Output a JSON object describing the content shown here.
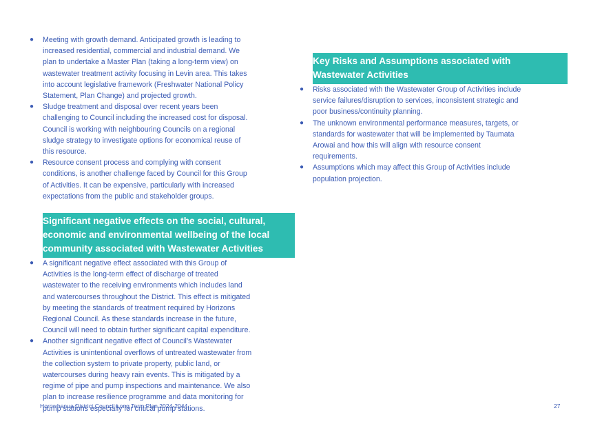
{
  "left_column": {
    "bullets_top": [
      "Meeting with growth demand.  Anticipated growth is leading to increased residential, commercial and industrial demand. We plan to undertake a Master Plan (taking a long-term view) on wastewater treatment activity focusing in Levin area.  This takes into account legislative framework (Freshwater National Policy Statement, Plan Change) and projected growth.",
      "Sludge treatment and disposal over recent years been challenging to Council including the increased cost for disposal. Council is working with neighbouring Councils on a regional sludge strategy to investigate options for economical reuse of this resource.",
      "Resource consent process and complying with consent conditions, is another challenge faced by Council for this Group of Activities. It can be expensive, particularly with increased expectations from the public and stakeholder groups."
    ],
    "heading": "Significant negative effects on the social, cultural, economic and environmental wellbeing of the local community associated with Wastewater Activities",
    "bullets_bottom": [
      "A significant negative effect associated with this Group of Activities is the long-term effect of discharge of treated wastewater to the receiving environments which includes land and watercourses throughout the District. This effect is mitigated by meeting the standards of treatment required by Horizons Regional Council. As these standards increase in the future, Council will need to obtain further significant capital expenditure.",
      "Another significant negative effect of Council’s Wastewater Activities is unintentional overflows of untreated wastewater from the collection system to private property, public land, or watercourses during heavy rain events. This is mitigated by a regime of pipe and pump inspections and maintenance.  We also plan to increase resilience programme and data monitoring for pump stations especially for critical pump stations."
    ]
  },
  "right_column": {
    "heading": "Key Risks and Assumptions associated with Wastewater Activities",
    "bullets": [
      "Risks associated with the Wastewater Group of Activities include service failures/disruption to services, inconsistent strategic and poor business/continuity planning.",
      "The unknown environmental performance measures, targets, or standards for wastewater that will be implemented by Taumata Arowai and how this will align with resource consent requirements.",
      "Assumptions which may affect this Group of Activities include population projection."
    ]
  },
  "footer": {
    "title": "Horowhenua District Council Long Term Plan 2024-2044",
    "page_number": "27"
  },
  "colors": {
    "text": "#3b5bb4",
    "heading_band": "#2ebcb1",
    "heading_text": "#ffffff"
  }
}
